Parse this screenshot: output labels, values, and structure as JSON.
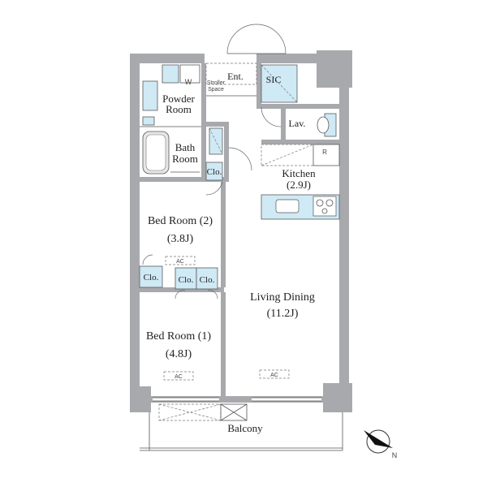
{
  "rooms": {
    "entrance": "Ent.",
    "sic": "SIC",
    "washer": "W",
    "stroller": [
      "Stroller",
      "Space"
    ],
    "powder": [
      "Powder",
      "Room"
    ],
    "lav": "Lav.",
    "bath": [
      "Bath",
      "Room"
    ],
    "closet": "Clo.",
    "fridge": "R",
    "kitchen": [
      "Kitchen",
      "(2.9J)"
    ],
    "bedroom2": [
      "Bed Room (2)",
      "(3.8J)"
    ],
    "living": [
      "Living Dining",
      "(11.2J)"
    ],
    "bedroom1": [
      "Bed Room (1)",
      "(4.8J)"
    ],
    "ac": "AC",
    "balcony": "Balcony"
  },
  "compass": {
    "label": "N"
  },
  "colors": {
    "wall": "#a7a9ac",
    "fixture": "#cfe9f5",
    "line": "#555555"
  }
}
